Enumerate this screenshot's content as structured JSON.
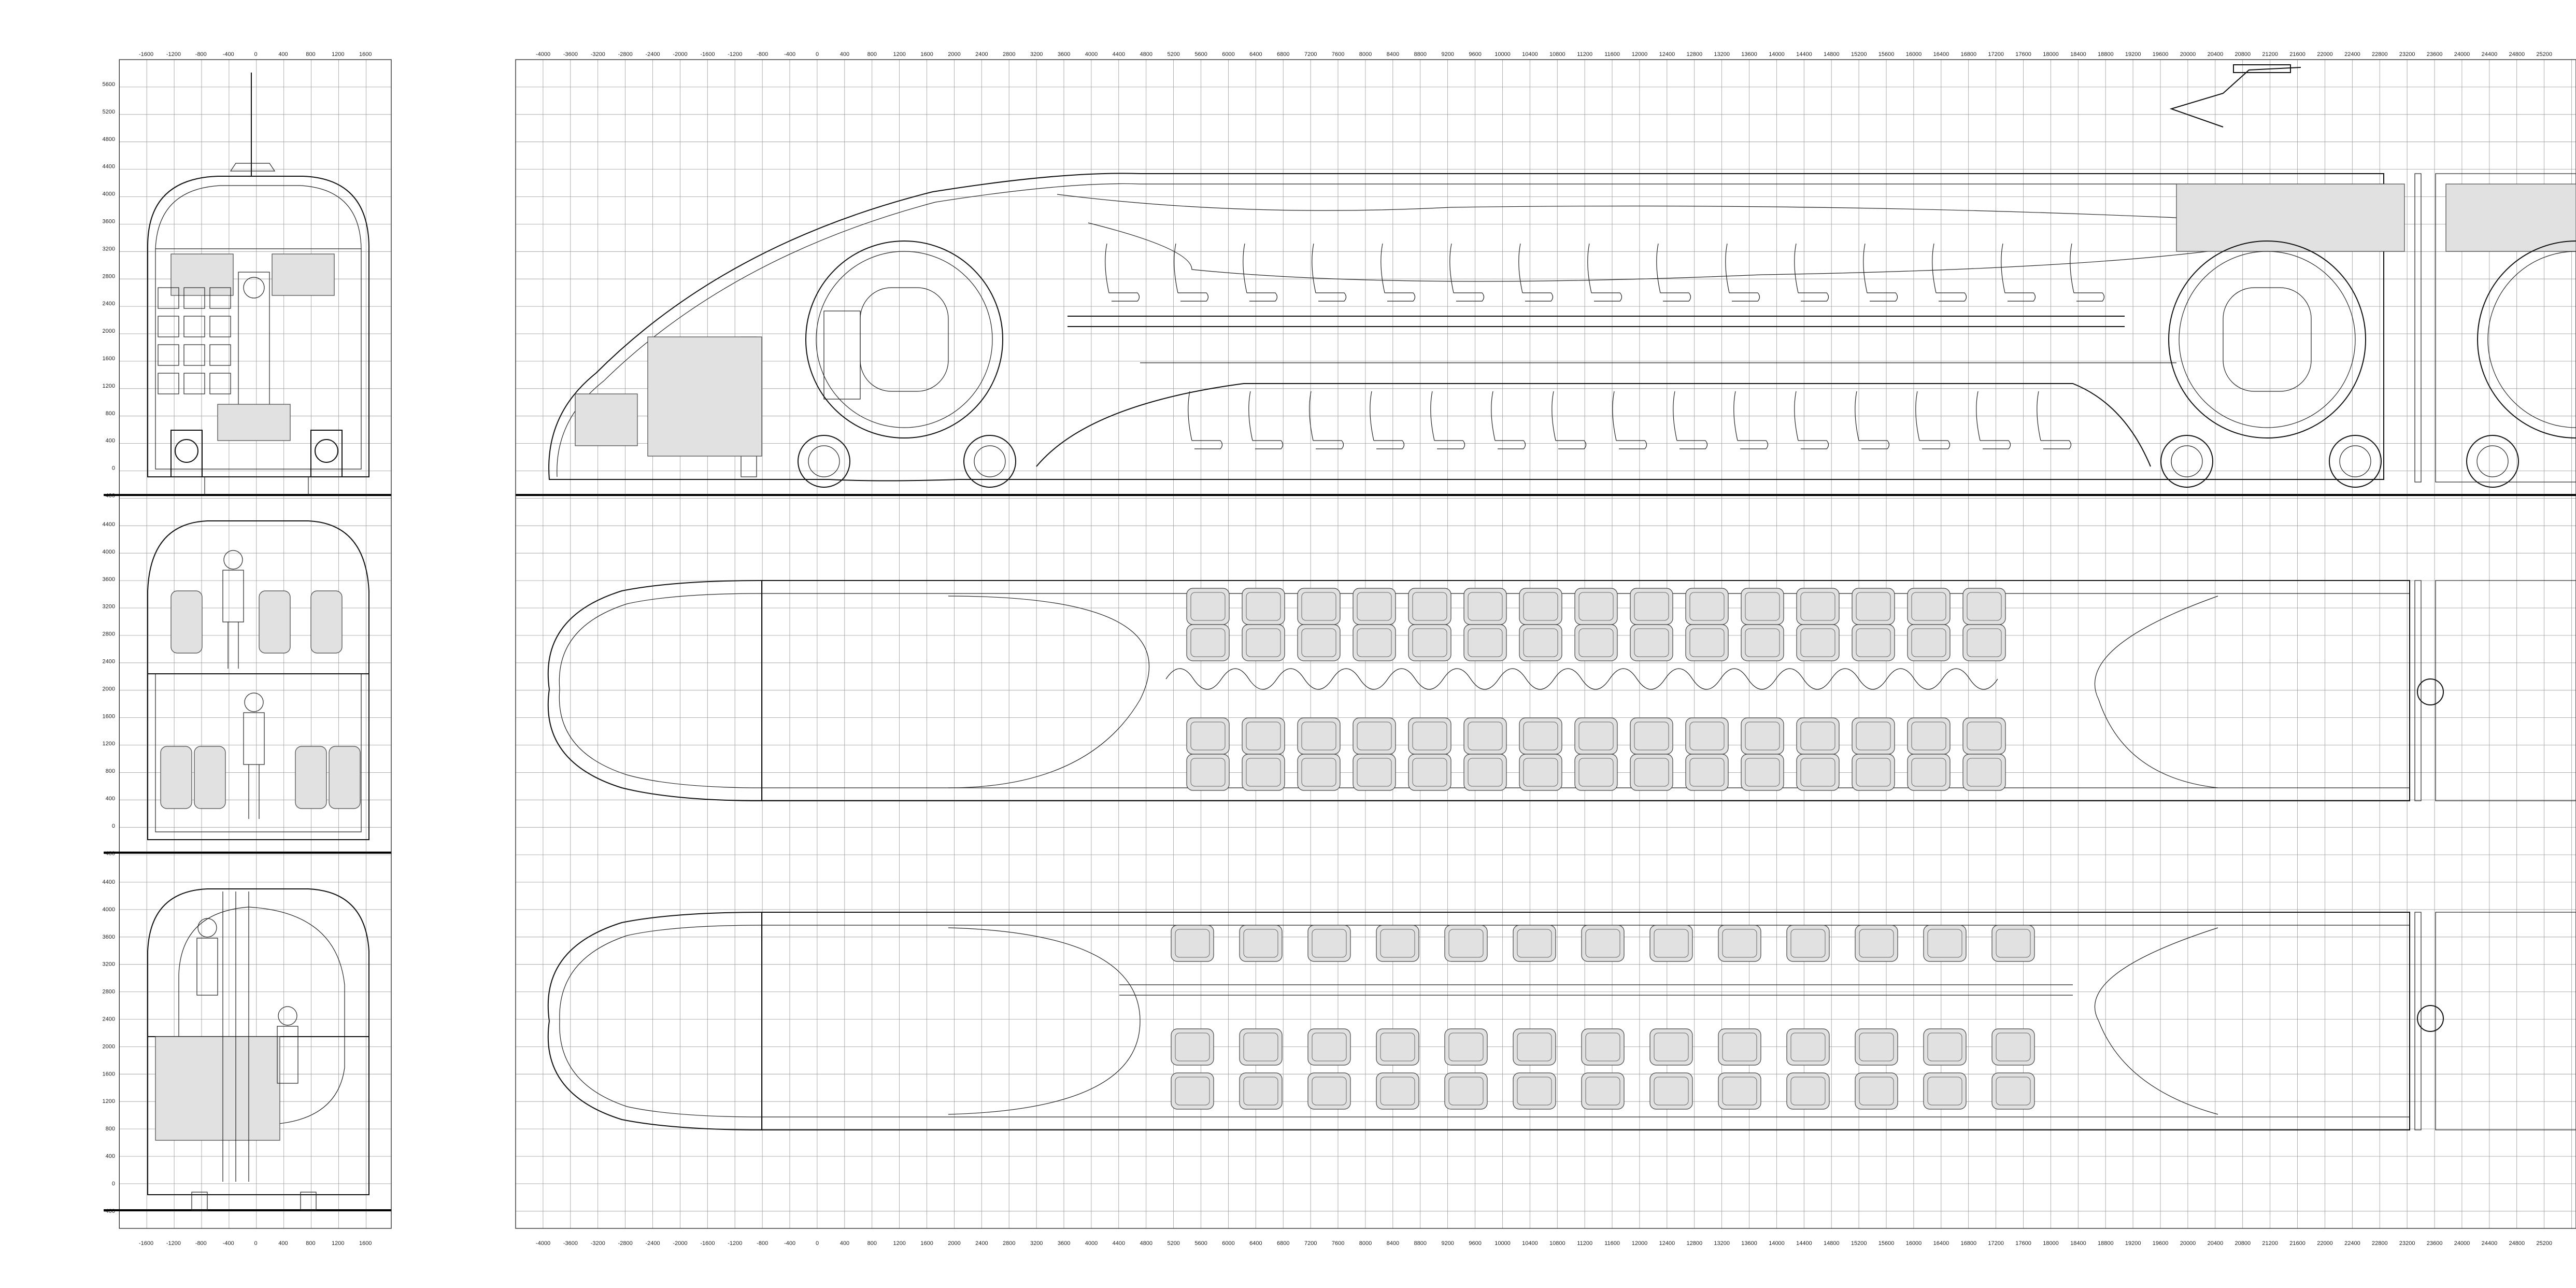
{
  "drawing": {
    "left_scale": {
      "x_ticks": [
        "-1600",
        "-1200",
        "-800",
        "-400",
        "0",
        "400",
        "800",
        "1200",
        "1600"
      ],
      "y_ticks": [
        "5600",
        "5200",
        "4800",
        "4400",
        "4000",
        "3600",
        "3200",
        "2800",
        "2400",
        "2000",
        "1600",
        "1200",
        "800",
        "400",
        "0",
        "-400"
      ],
      "y_ticks_lower": [
        "4400",
        "4000",
        "3600",
        "3200",
        "2800",
        "2400",
        "2000",
        "1600",
        "1200",
        "800",
        "400",
        "0",
        "-400"
      ]
    },
    "main_scale": {
      "x_ticks": [
        "-4000",
        "-3600",
        "-3200",
        "-2800",
        "-2400",
        "-2000",
        "-1600",
        "-1200",
        "-800",
        "-400",
        "0",
        "400",
        "800",
        "1200",
        "1600",
        "2000",
        "2400",
        "2800",
        "3200",
        "3600",
        "4000",
        "4400",
        "4800",
        "5200",
        "5600",
        "6000",
        "6400",
        "6800",
        "7200",
        "7600",
        "8000",
        "8400",
        "8800",
        "9200",
        "9600",
        "10000",
        "10400",
        "10800",
        "11200",
        "11600",
        "12000",
        "12400",
        "12800",
        "13200",
        "13600",
        "14000",
        "14400",
        "14800",
        "15200",
        "15600",
        "16000",
        "16400",
        "16800",
        "17200",
        "17600",
        "18000",
        "18400",
        "18800",
        "19200",
        "19600",
        "20000",
        "20400",
        "20800",
        "21200",
        "21600",
        "22000",
        "22400",
        "22800",
        "23200",
        "23600",
        "24000",
        "24400",
        "24800",
        "25200"
      ]
    }
  }
}
